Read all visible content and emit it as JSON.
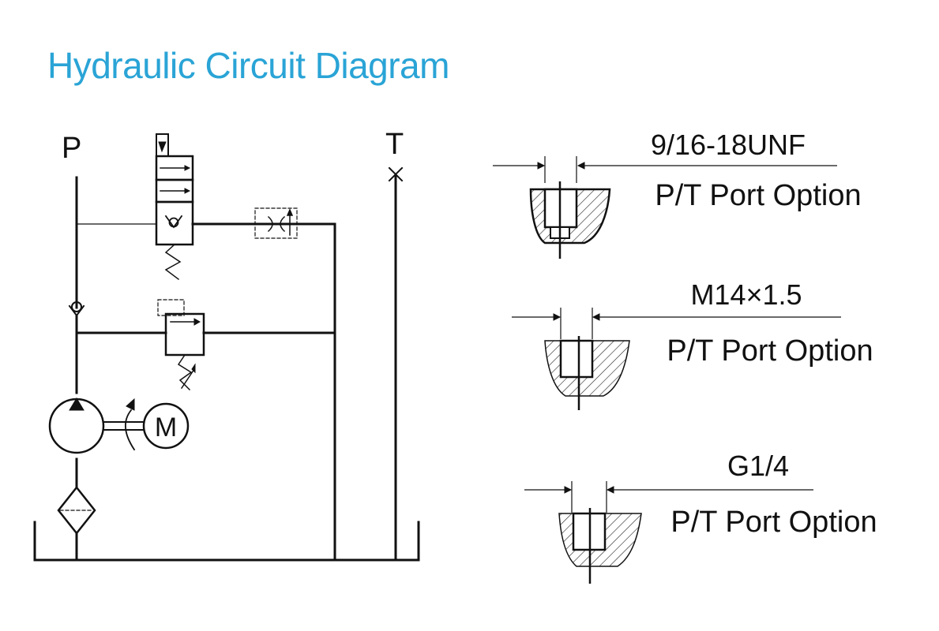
{
  "title": "Hydraulic Circuit Diagram",
  "circuit": {
    "pressure_port_label": "P",
    "tank_port_label": "T",
    "motor_label": "M"
  },
  "port_options": [
    {
      "thread": "9/16-18UNF",
      "caption": "P/T Port Option"
    },
    {
      "thread": "M14×1.5",
      "caption": "P/T Port Option"
    },
    {
      "thread": "G1/4",
      "caption": "P/T Port Option"
    }
  ],
  "colors": {
    "title": "#2aa4d6",
    "line": "#111111"
  }
}
